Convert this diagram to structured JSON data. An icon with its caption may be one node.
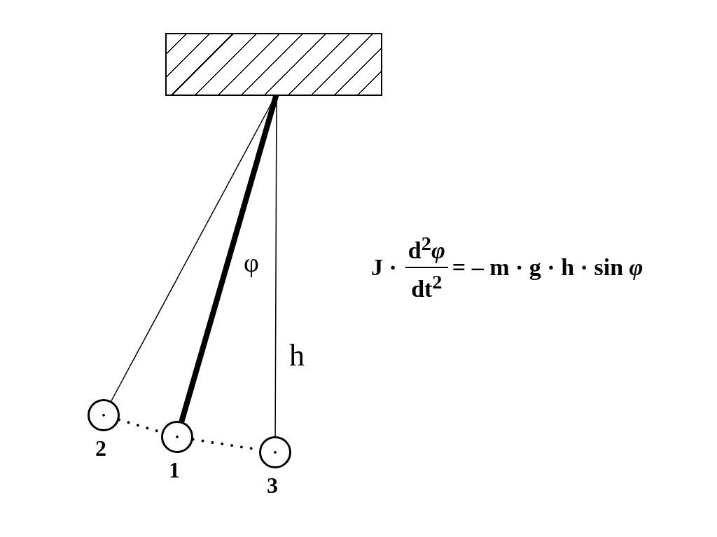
{
  "diagram": {
    "nodes": [
      {
        "text": [],
        "shape": "box"
      },
      {
        "text": [],
        "shape": "circle",
        "beside": [
          "2"
        ]
      },
      {
        "text": [],
        "shape": "circle",
        "beside": [
          "1"
        ]
      },
      {
        "text": [],
        "shape": "circle",
        "beside": [
          "3"
        ]
      }
    ],
    "edges": [
      {
        "from": 0,
        "to": 1,
        "arrow": "none"
      },
      {
        "from": 0,
        "to": 2,
        "arrow": "none",
        "style": "thick"
      },
      {
        "from": 0,
        "to": 3,
        "arrow": "none"
      },
      {
        "from": 1,
        "to": 2,
        "arrow": "none",
        "style": "dashed"
      },
      {
        "from": 2,
        "to": 3,
        "arrow": "none",
        "style": "dashed"
      }
    ],
    "labels": [
      "φ",
      "h",
      "J ·",
      "d$^{2}$*φ*",
      "dt$^{2}$",
      "= – m · g · h · sin *φ*"
    ]
  }
}
